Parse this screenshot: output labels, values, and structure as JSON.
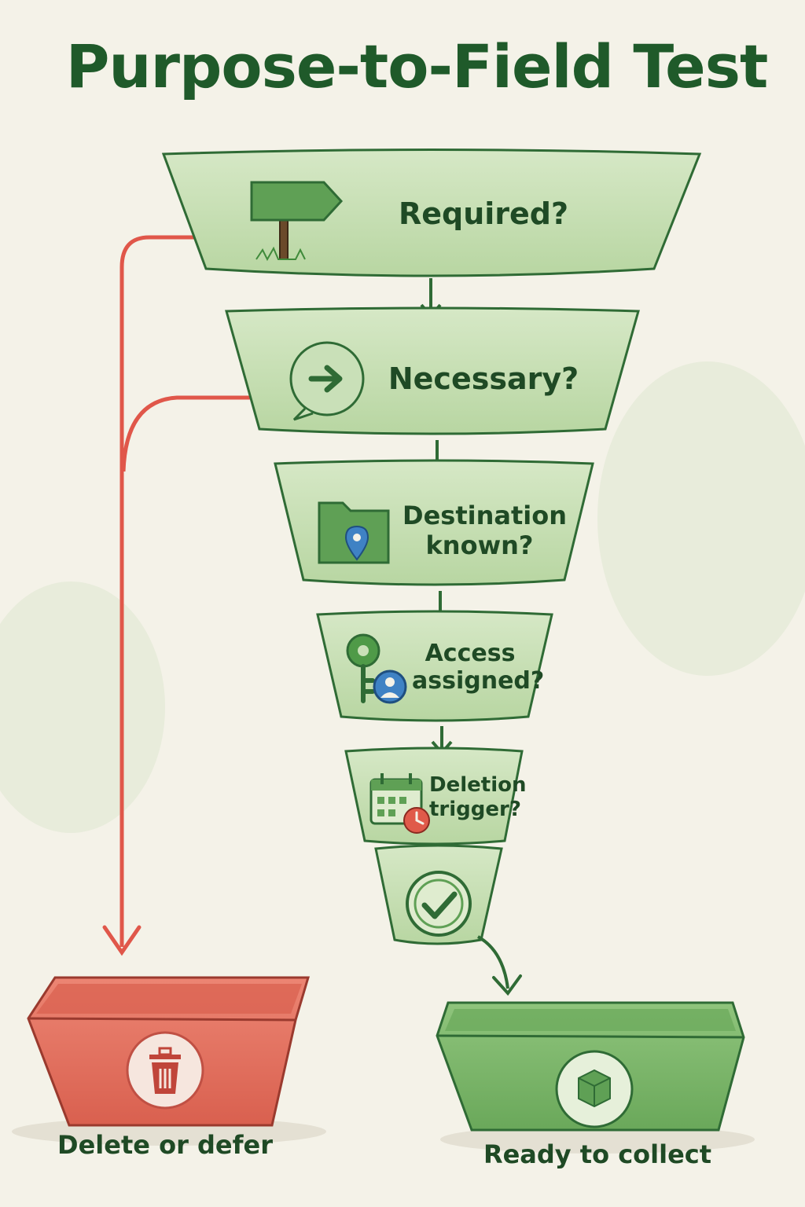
{
  "title": "Purpose-to-Field Test",
  "stages": [
    {
      "label": "Required?",
      "icon": "signpost-icon"
    },
    {
      "label": "Necessary?",
      "icon": "speech-bubble-arrow-icon"
    },
    {
      "label": "Destination known?",
      "icon": "folder-location-icon"
    },
    {
      "label": "Access assigned?",
      "icon": "key-user-icon"
    },
    {
      "label": "Deletion trigger?",
      "icon": "calendar-clock-icon"
    }
  ],
  "final_icon": "checkmark-circle-icon",
  "outcomes": {
    "reject": {
      "label": "Delete or defer",
      "icon": "trash-icon",
      "color": "#e06a5a"
    },
    "accept": {
      "label": "Ready to collect",
      "icon": "box-icon",
      "color": "#7fb86e"
    }
  },
  "colors": {
    "funnel_fill": "#c9e0b8",
    "funnel_stroke": "#2f6b35",
    "reject_arrow": "#e0574a",
    "accept_arrow": "#2f6b35",
    "title": "#1f5a2a"
  }
}
